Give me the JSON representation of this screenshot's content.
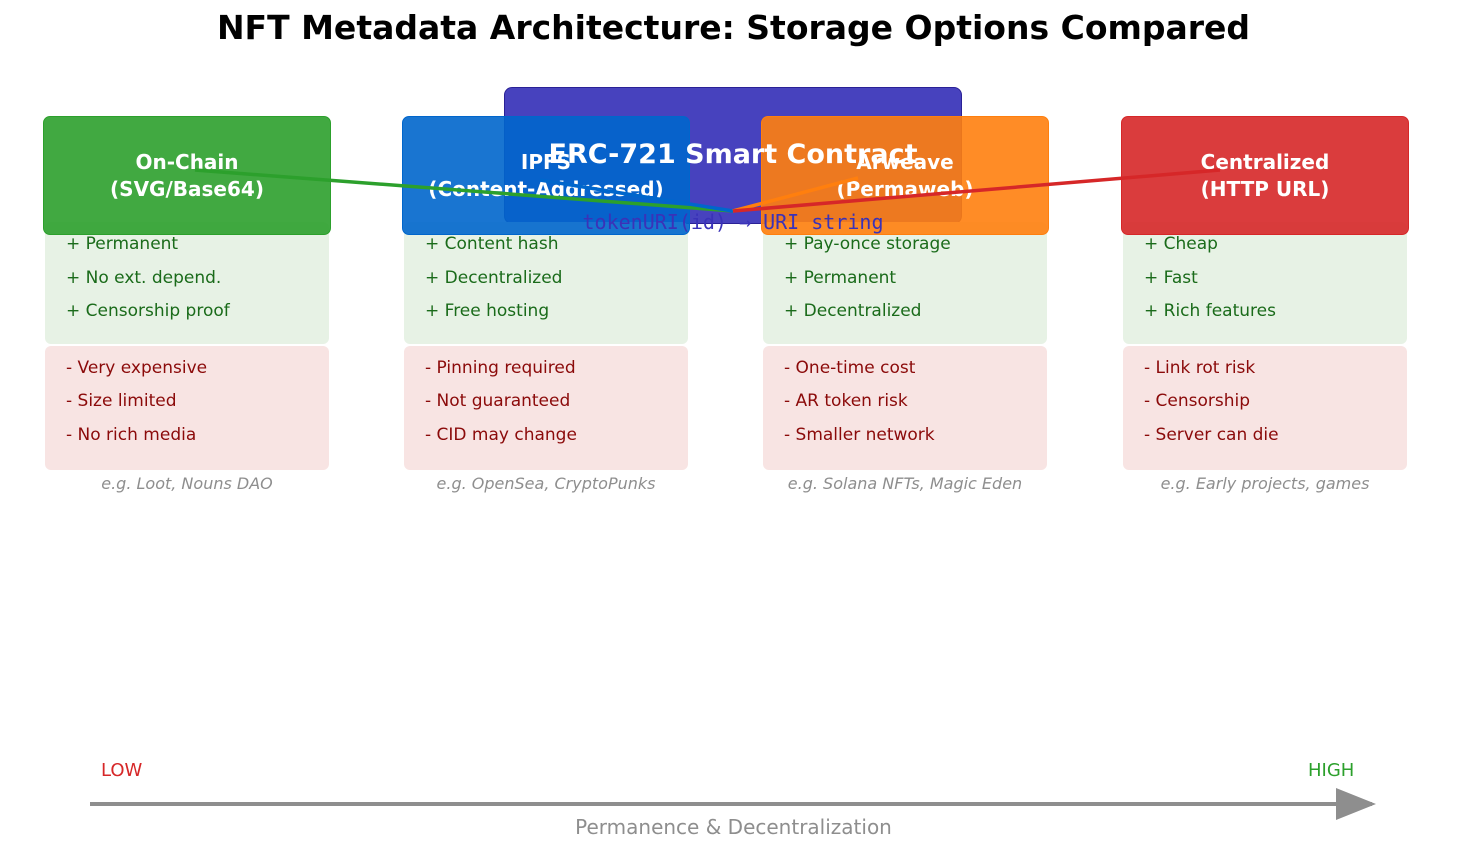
{
  "title": "NFT Metadata Architecture: Storage Options Compared",
  "contract": {
    "title": "ERC-721 Smart Contract",
    "subtitle": "tokenURI(id) → URI string"
  },
  "options": [
    {
      "line1": "On-Chain",
      "line2": "(SVG/Base64)",
      "color": "#2ca02c",
      "pros": [
        "+ Permanent",
        "+ No ext. depend.",
        "+ Censorship proof"
      ],
      "cons": [
        "- Very expensive",
        "- Size limited",
        "- No rich media"
      ],
      "example": "e.g. Loot, Nouns DAO"
    },
    {
      "line1": "IPFS",
      "line2": "(Content-Addressed)",
      "color": "#0066cc",
      "pros": [
        "+ Content hash",
        "+ Decentralized",
        "+ Free hosting"
      ],
      "cons": [
        "- Pinning required",
        "- Not guaranteed",
        "- CID may change"
      ],
      "example": "e.g. OpenSea, CryptoPunks"
    },
    {
      "line1": "Arweave",
      "line2": "(Permaweb)",
      "color": "#ff7f0e",
      "pros": [
        "+ Pay-once storage",
        "+ Permanent",
        "+ Decentralized"
      ],
      "cons": [
        "- One-time cost",
        "- AR token risk",
        "- Smaller network"
      ],
      "example": "e.g. Solana NFTs, Magic Eden"
    },
    {
      "line1": "Centralized",
      "line2": "(HTTP URL)",
      "color": "#d62728",
      "pros": [
        "+ Cheap",
        "+ Fast",
        "+ Rich features"
      ],
      "cons": [
        "- Link rot risk",
        "- Censorship",
        "- Server can die"
      ],
      "example": "e.g. Early projects, games"
    }
  ],
  "scale": {
    "low": "LOW",
    "high": "HIGH",
    "label": "Permanence & Decentralization",
    "low_color": "#d62728",
    "high_color": "#2ca02c"
  }
}
